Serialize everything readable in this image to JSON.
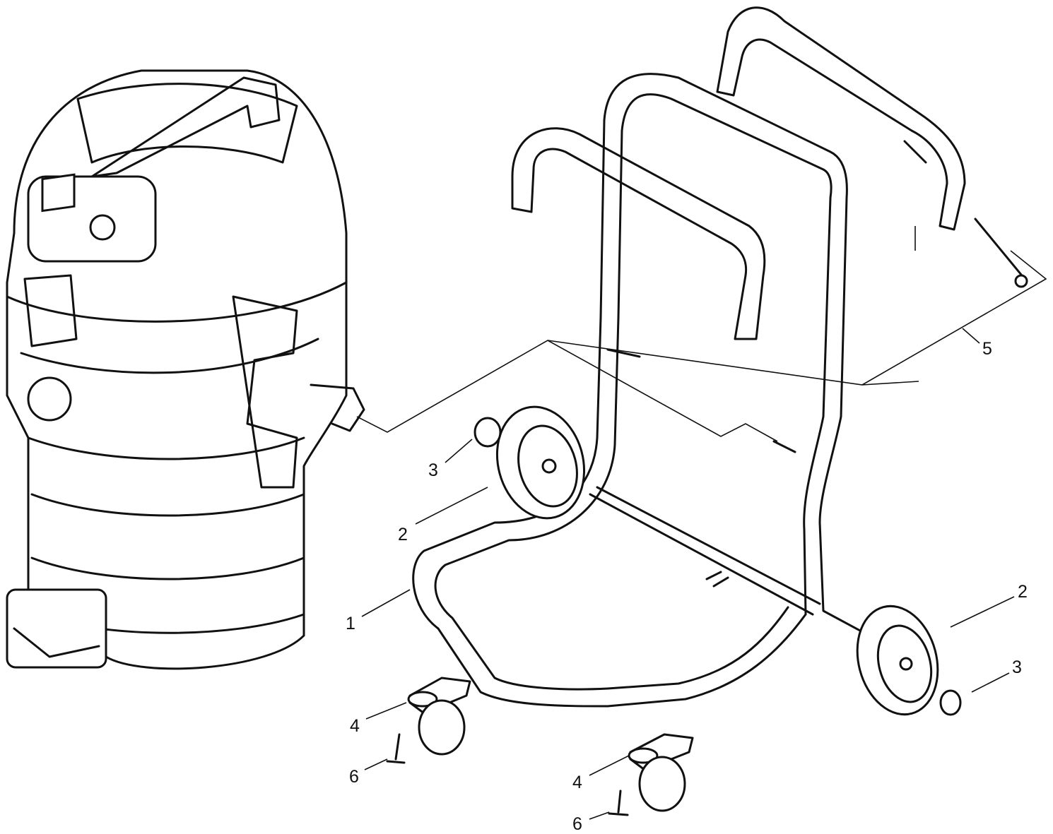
{
  "diagram": {
    "type": "exploded parts view",
    "callouts": {
      "frame": "1",
      "wheel_left": "2",
      "wheel_right": "2",
      "cap_left": "3",
      "cap_right": "3",
      "caster_left": "4",
      "caster_right": "4",
      "handle": "5",
      "screw_left": "6",
      "screw_right": "6"
    }
  }
}
